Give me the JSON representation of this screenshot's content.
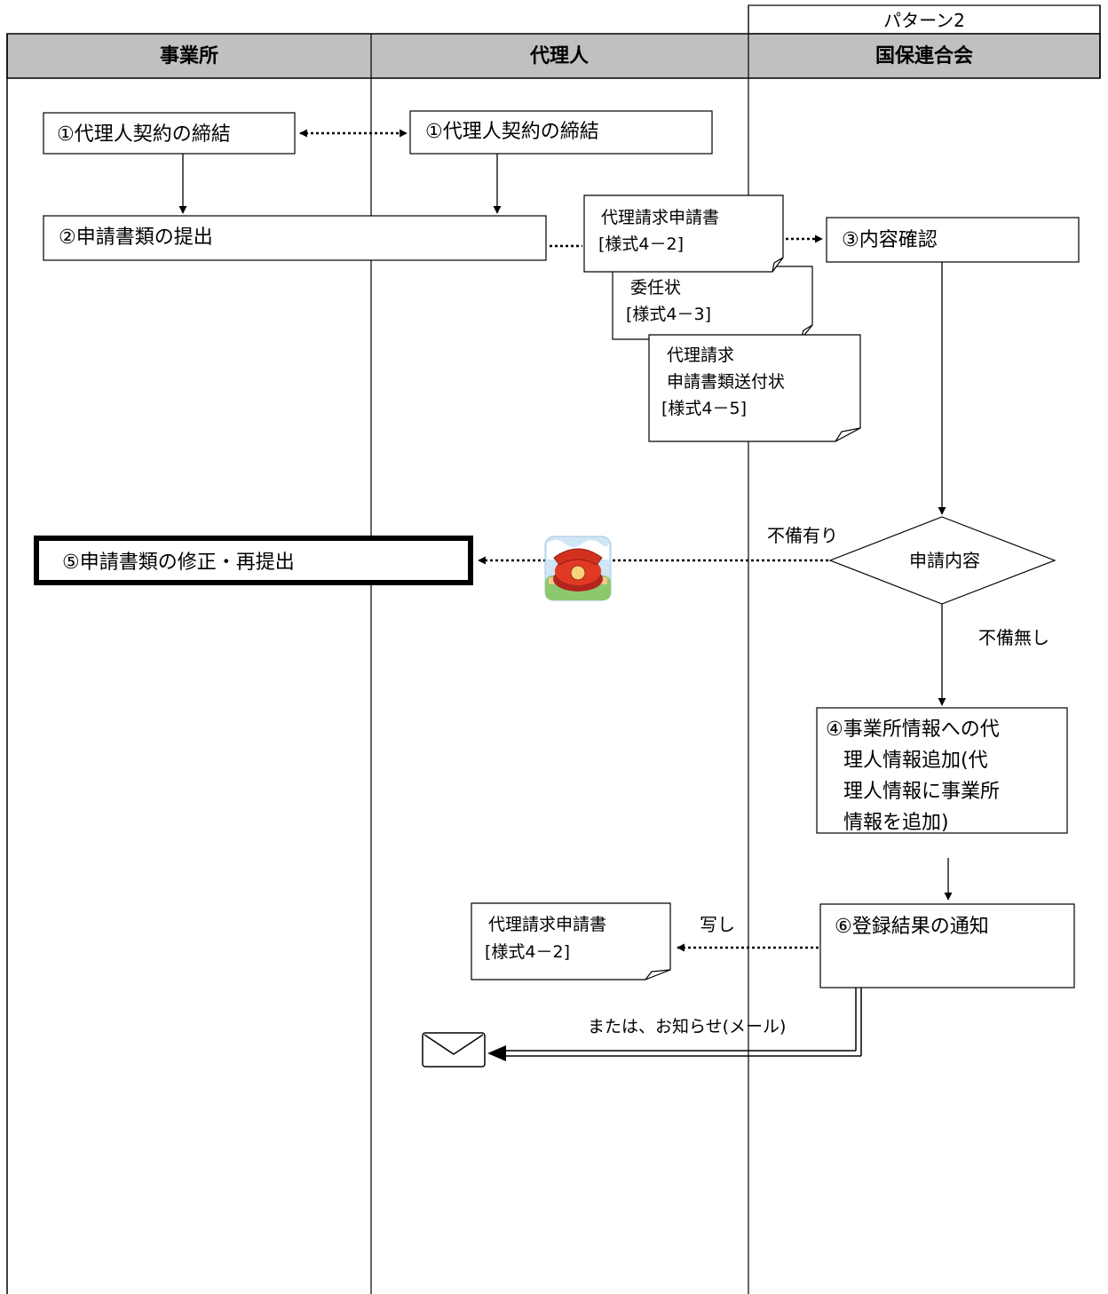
{
  "pattern_label": "パターン2",
  "lanes": [
    "事業所",
    "代理人",
    "国保連合会"
  ],
  "boxes": {
    "contract_office": "①代理人契約の締結",
    "contract_agent": "①代理人契約の締結",
    "submit": "②申請書類の提出",
    "check": "③内容確認",
    "correct": "⑤申請書類の修正・再提出",
    "add_info": [
      "④事業所情報への代",
      "理人情報追加(代",
      "理人情報に事業所",
      "情報を追加)"
    ],
    "notify": "⑥登録結果の通知"
  },
  "documents": {
    "doc1": [
      "代理請求申請書",
      "[様式4－2]"
    ],
    "doc2": [
      "委任状",
      "[様式4－3]"
    ],
    "doc3": [
      "代理請求",
      "申請書類送付状",
      "[様式4－5]"
    ],
    "copy_doc": [
      "代理請求申請書",
      "[様式4－2]"
    ]
  },
  "decision": "申請内容",
  "labels": {
    "defect_yes": "不備有り",
    "defect_no": "不備無し",
    "copy": "写し",
    "email_notice": "または、お知らせ(メール)"
  },
  "icons": [
    "phone-icon",
    "envelope-icon"
  ]
}
